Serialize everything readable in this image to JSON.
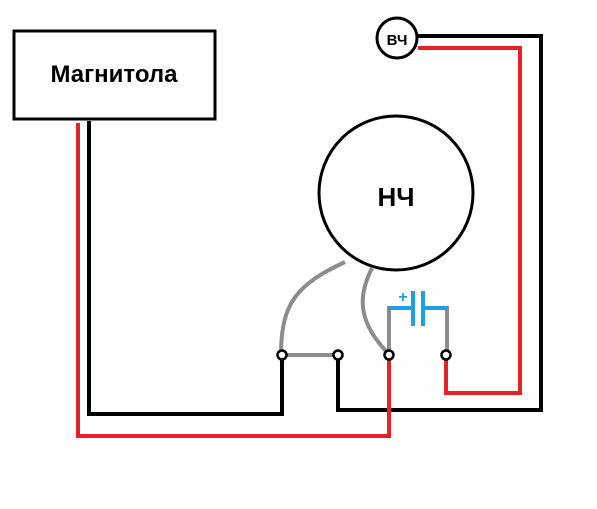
{
  "head_unit": {
    "label": "Магнитола"
  },
  "woofer": {
    "label": "НЧ"
  },
  "tweeter": {
    "label": "ВЧ"
  },
  "capacitor": {
    "polarity_mark": "+"
  },
  "colors": {
    "wire_black": "#000000",
    "wire_red": "#e8202a",
    "wire_gray": "#8c8c8c",
    "capacitor": "#1ea0e6",
    "outline": "#000000",
    "background": "#ffffff"
  }
}
